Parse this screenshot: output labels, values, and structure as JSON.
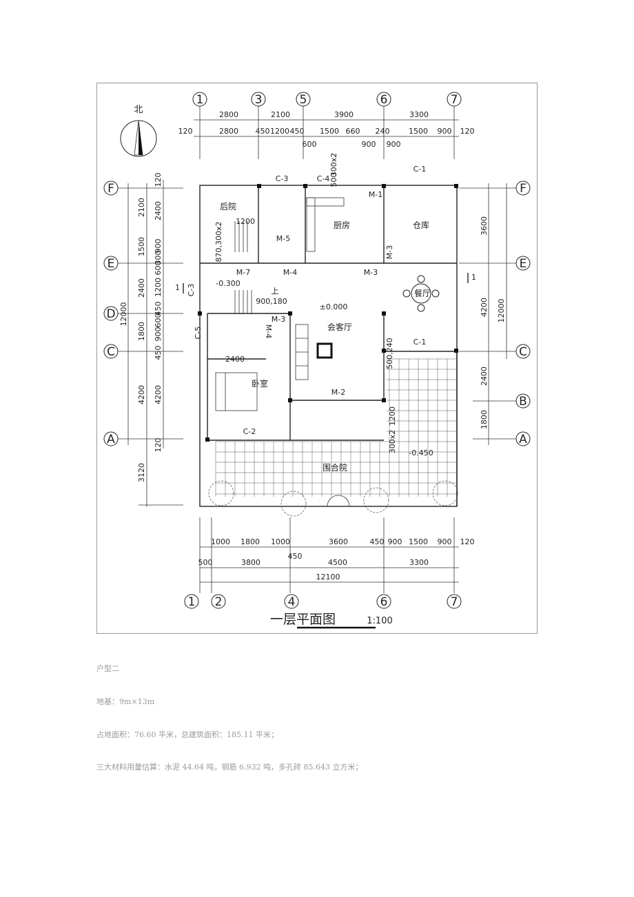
{
  "plan": {
    "title": "一层平面图",
    "scale": "1:100",
    "north_label": "北",
    "axes_top": [
      "1",
      "3",
      "5",
      "6",
      "7"
    ],
    "axes_bottom": [
      "1",
      "2",
      "4",
      "6",
      "7"
    ],
    "axes_left": [
      "F",
      "E",
      "D",
      "C",
      "A"
    ],
    "axes_right": [
      "F",
      "E",
      "C",
      "B",
      "A"
    ],
    "dims_top_row1": [
      "2800",
      "2100",
      "3900",
      "3300"
    ],
    "dims_top_row2": [
      "120",
      "2800",
      "450",
      "1200",
      "450",
      "1500",
      "660",
      "240",
      "1500",
      "900",
      "120"
    ],
    "dims_top_row3": [
      "600",
      "900",
      "900"
    ],
    "dims_bottom_row1": [
      "1000",
      "1800",
      "1000",
      "3600",
      "450",
      "900",
      "1500",
      "900",
      "120"
    ],
    "dims_bottom_row2": [
      "500",
      "3800",
      "450",
      "4500",
      "3300"
    ],
    "dims_bottom_total": "12100",
    "dims_left_outer": "12000",
    "dims_left_col2": [
      "2100",
      "1500",
      "2400",
      "1800",
      "4200",
      "3120"
    ],
    "dims_left_col3": [
      "120",
      "2400",
      "900",
      "300",
      "600",
      "1200",
      "450",
      "600",
      "900",
      "450",
      "4200",
      "120"
    ],
    "dims_right_col1": [
      "3600",
      "4200",
      "2400",
      "1800"
    ],
    "dims_right_outer": "12000",
    "rooms": {
      "back_yard": "后院",
      "kitchen": "厨房",
      "storage": "仓库",
      "dining": "餐厅",
      "living": "会客厅",
      "bedroom": "卧室",
      "courtyard": "围合院"
    },
    "labels": {
      "c1_top": "C-1",
      "c1_mid": "C-1",
      "c2": "C-2",
      "c3_top": "C-3",
      "c3_left": "C-3",
      "c4": "C-4",
      "c5": "C-5",
      "m1": "M-1",
      "m2": "M-2",
      "m3_a": "M-3",
      "m3_b": "M-3",
      "m3_c": "M-3",
      "m4_a": "M-4",
      "m4_b": "M-4",
      "m5": "M-5",
      "m7": "M-7",
      "elev_1": "-0.300",
      "elev_2": "±0.000",
      "elev_3": "-0.450",
      "up": "上",
      "stair_dim_1": "1200",
      "stair_dim_2": "870,300x2",
      "stair_dim_3": "300x2",
      "stair_dim_4": "500",
      "dim_900_180": "900,180",
      "dim_2400": "2400",
      "dim_500_240": "500,240",
      "dim_1200_v": "1200",
      "dim_300x2_v": "300x2",
      "section_mark": "1"
    }
  },
  "caption": {
    "house_type": "户型二",
    "foundation": "地基：9m×13m",
    "area": "占地面积：76.60 平米，总建筑面积：185.11 平米；",
    "materials": "三大材料用量估算：水泥 44.64 吨，钢筋 6.932 吨，多孔砖 85.643 立方米；"
  }
}
